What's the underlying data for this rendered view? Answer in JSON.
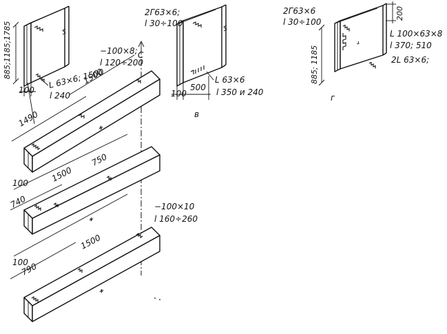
{
  "panel_a": {
    "dim_vertical": "885;1185;1785",
    "dim_100": "100",
    "angle": "L 63×6; 1500",
    "angle_len": "l 240"
  },
  "panel_b": {
    "plate_top": "2Г63×6;",
    "plate_top_len": "l 30÷100",
    "angle": "L 63×6",
    "angle_len": "l 350 и 240",
    "dim_100": "100",
    "dim_500": "500",
    "caption": "в"
  },
  "panel_c": {
    "plate_top": "2Г63×6",
    "plate_top_len": "l 30÷100",
    "dim_vertical": "885; 1185",
    "dim_200": "200",
    "angle_large": "L 100×63×8",
    "angle_large_len": "l 370; 510",
    "angle_pair": "2L 63×6;",
    "caption": "г"
  },
  "beam_assembly": {
    "plate_top": "−100×8;",
    "plate_top_len": "l 120÷200",
    "axis_symbol": "C",
    "dim_1490": "1490",
    "dim_1500_a": "1500",
    "dim_750": "750",
    "dim_740": "740",
    "plate_mid": "−100×10",
    "plate_mid_len": "l 160÷260",
    "dim_100_a": "100",
    "dim_100_b": "100",
    "dim_1500_b": "1500",
    "dim_790": "790"
  }
}
